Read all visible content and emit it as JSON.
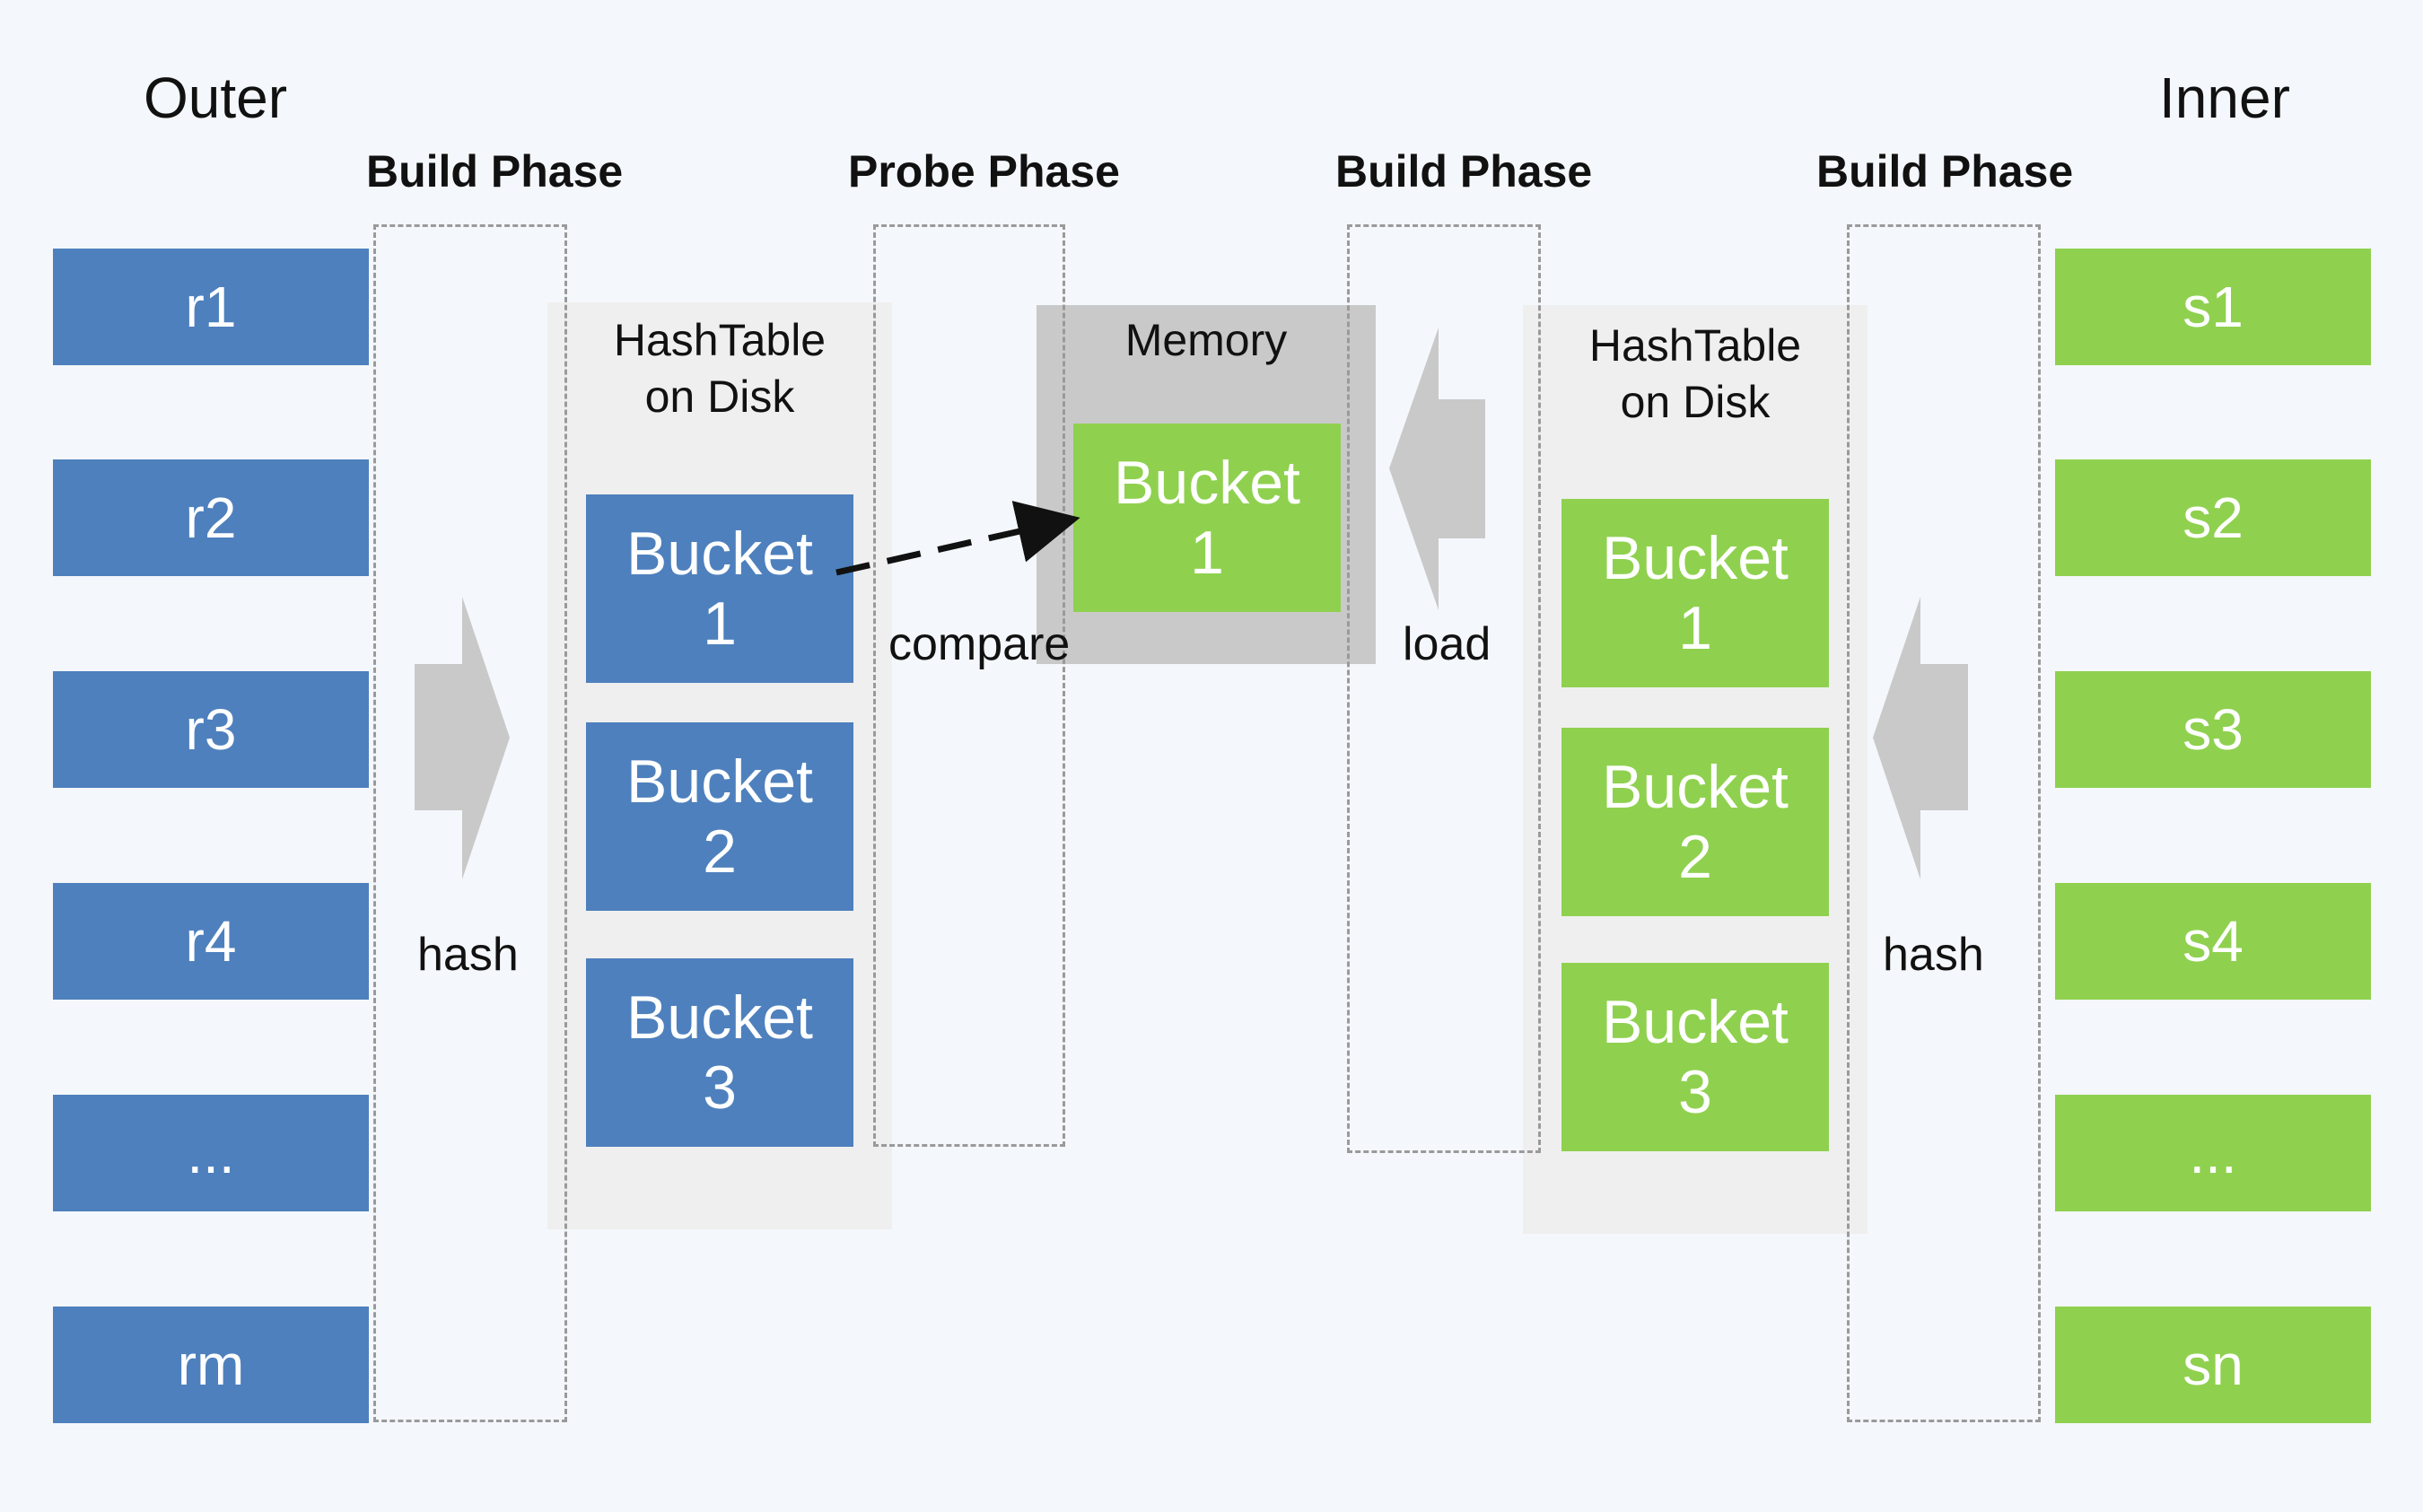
{
  "headings": {
    "outer": "Outer",
    "inner": "Inner"
  },
  "phases": [
    "Build Phase",
    "Probe Phase",
    "Build Phase",
    "Build Phase"
  ],
  "outer_rows": [
    "r1",
    "r2",
    "r3",
    "r4",
    "...",
    "rm"
  ],
  "inner_rows": [
    "s1",
    "s2",
    "s3",
    "s4",
    "...",
    "sn"
  ],
  "outer_table": {
    "title": "HashTable\non Disk",
    "buckets": [
      "Bucket\n1",
      "Bucket\n2",
      "Bucket\n3"
    ]
  },
  "inner_table": {
    "title": "HashTable\non Disk",
    "buckets": [
      "Bucket\n1",
      "Bucket\n2",
      "Bucket\n3"
    ]
  },
  "memory": {
    "title": "Memory",
    "bucket": "Bucket\n1"
  },
  "labels": {
    "hash_left": "hash",
    "compare": "compare",
    "load": "load",
    "hash_right": "hash"
  },
  "colors": {
    "outer": "#4e80bd",
    "inner": "#8fd14f",
    "background": "#f4f7fb",
    "panel": "#efefef",
    "memory": "#c9c9c9",
    "arrow": "#c9c9c9"
  }
}
